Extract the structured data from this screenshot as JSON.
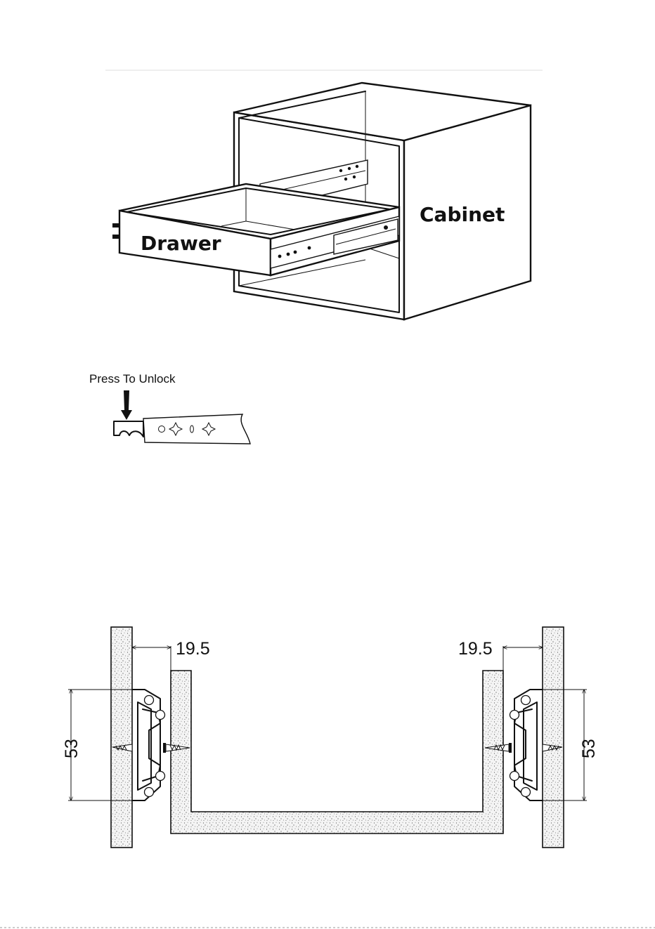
{
  "labels": {
    "drawer": "Drawer",
    "cabinet": "Cabinet",
    "press_to_unlock": "Press To Unlock"
  },
  "dimensions": {
    "left_gap": "19.5",
    "right_gap": "19.5",
    "left_height": "53",
    "right_height": "53"
  }
}
